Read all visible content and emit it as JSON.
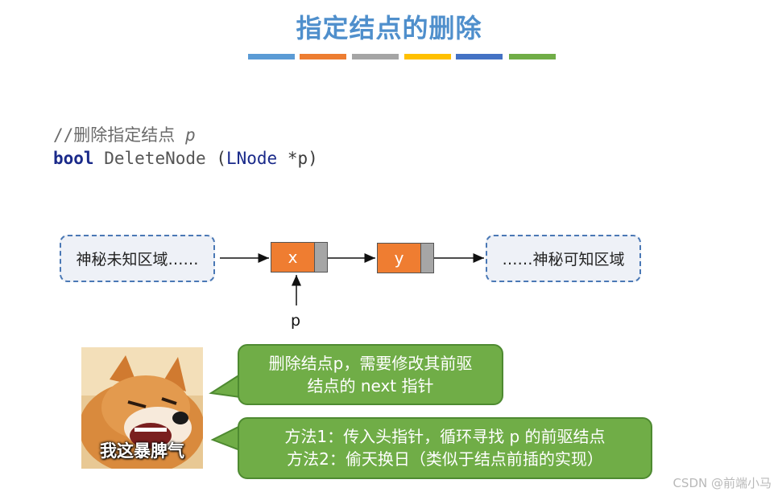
{
  "title": "指定结点的删除",
  "accent_colors": [
    "#5b9bd5",
    "#ed7d31",
    "#a5a5a5",
    "#ffc000",
    "#4472c4",
    "#70ad47"
  ],
  "code": {
    "comment_prefix": "//删除指定结点 ",
    "comment_var": "p",
    "keyword": "bool",
    "function": "DeleteNode",
    "paren_open": " (",
    "param_type": "LNode",
    "param": " *p)"
  },
  "diagram": {
    "left_region": "神秘未知区域……",
    "right_region": "……神秘可知区域",
    "node_x": "x",
    "node_y": "y",
    "pointer_label": "p"
  },
  "meme": {
    "caption": "我这暴脾气",
    "icon": "shiba-dog-icon"
  },
  "bubbles": {
    "first": [
      "删除结点p，需要修改其前驱",
      "结点的 next 指针"
    ],
    "second": [
      "方法1：传入头指针，循环寻找 p 的前驱结点",
      "方法2：偷天换日（类似于结点前插的实现）"
    ]
  },
  "watermark": "CSDN @前端小马"
}
